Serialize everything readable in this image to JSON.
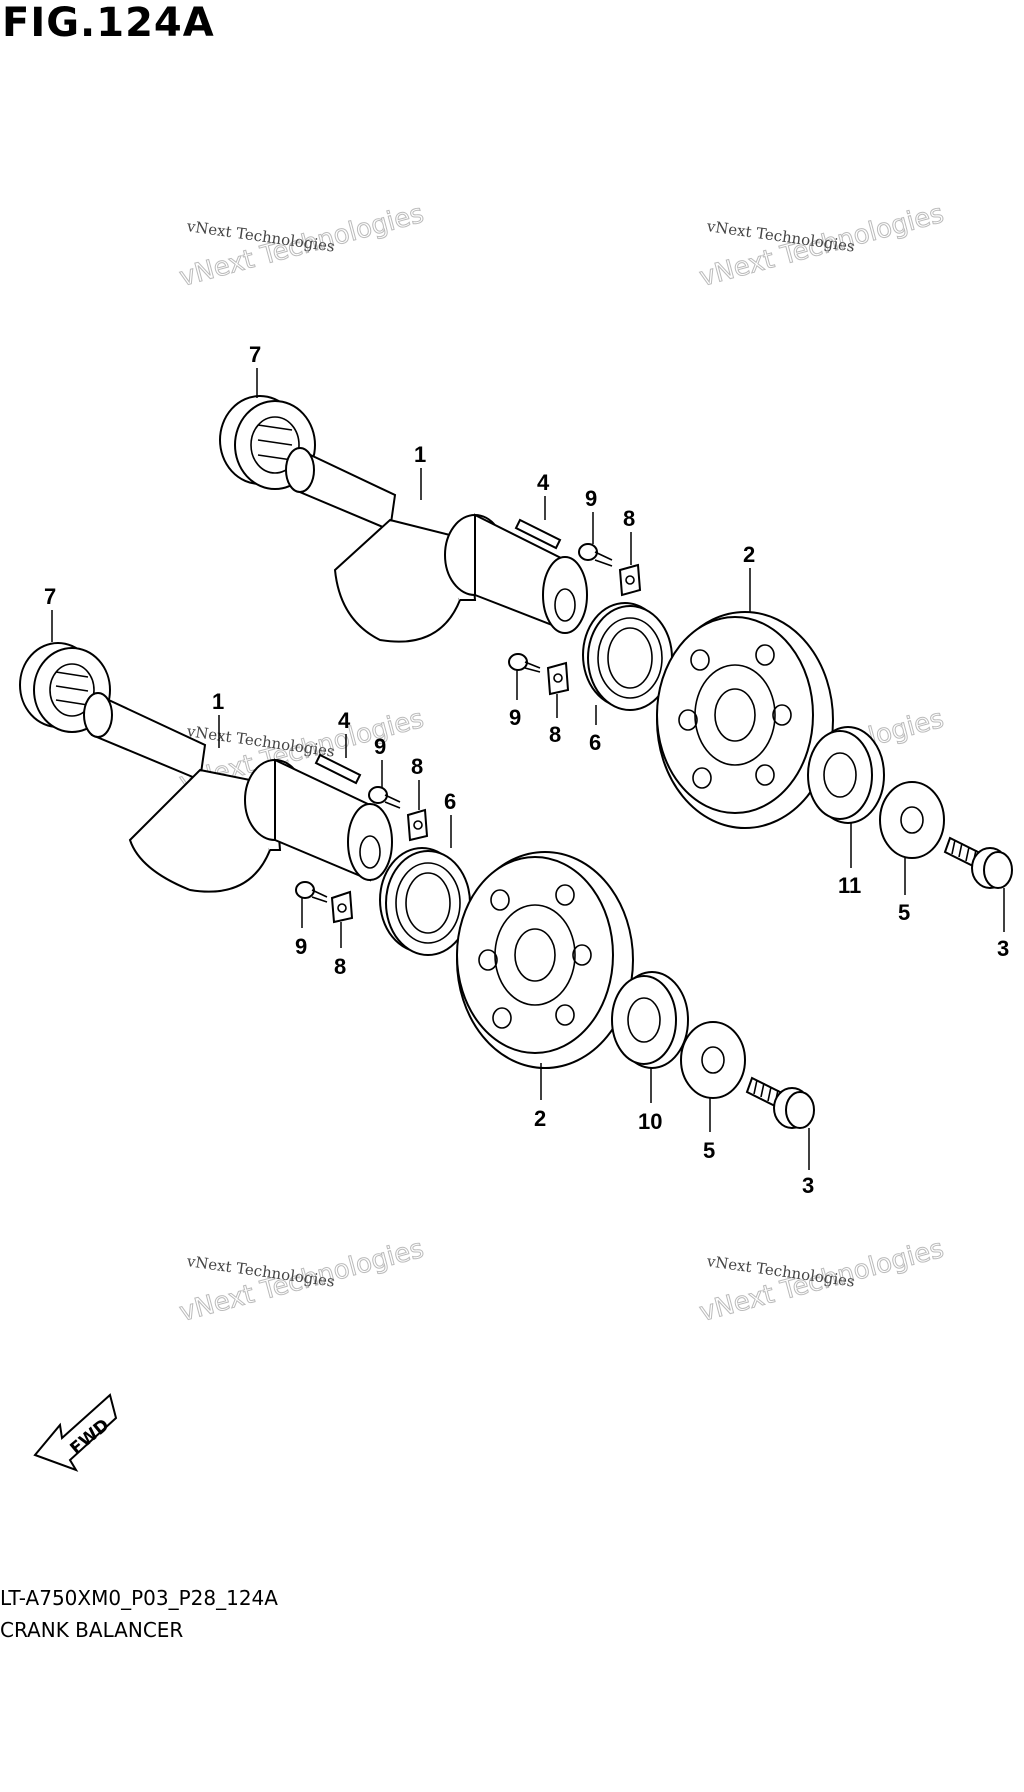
{
  "figure_title": "FIG.124A",
  "diagram_code": "LT-A750XM0_P03_P28_124A",
  "diagram_caption": "CRANK BALANCER",
  "fwd_label": "FWD",
  "watermark": {
    "line1": "vNext Technologies",
    "line2": "vNext Technologies"
  },
  "callouts": [
    "1",
    "2",
    "3",
    "4",
    "5",
    "6",
    "7",
    "8",
    "9",
    "10",
    "11"
  ]
}
